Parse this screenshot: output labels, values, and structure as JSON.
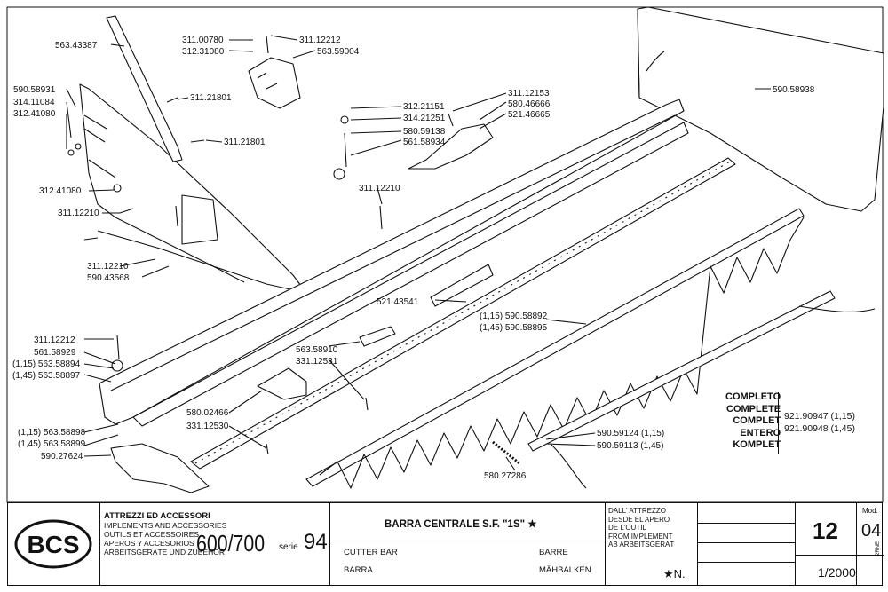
{
  "drawing": {
    "callouts": [
      "563.43387",
      "311.00780",
      "312.31080",
      "311.12212",
      "563.59004",
      "590.58931",
      "314.11084",
      "312.41080",
      "311.21801",
      "311.21801",
      "312.41080",
      "311.12210",
      "311.12210",
      "590.43568",
      "312.21151",
      "314.21251",
      "580.59138",
      "561.58934",
      "311.12153",
      "580.46666",
      "521.46665",
      "311.12210",
      "590.58938",
      "521.43541",
      "(1,15) 590.58892",
      "(1,45) 590.58895",
      "311.12212",
      "561.58929",
      "(1,15) 563.58894",
      "(1,45) 563.58897",
      "563.58910",
      "331.12531",
      "580.02466",
      "331.12530",
      "(1,15) 563.58898",
      "(1,45) 563.58899",
      "590.27624",
      "590.59124 (1,15)",
      "590.59113 (1,45)",
      "580.27286"
    ],
    "complete": {
      "langs": [
        "COMPLETO",
        "COMPLETE",
        "COMPLET",
        "ENTERO",
        "KOMPLET"
      ],
      "codes": [
        "921.90947 (1,15)",
        "921.90948 (1,45)"
      ]
    }
  },
  "titleblock": {
    "logo": "BCS",
    "category": [
      "ATTREZZI ED ACCESSORI",
      "IMPLEMENTS AND ACCESSORIES",
      "OUTILS ET ACCESSOIRES",
      "APEROS Y ACCESORIOS",
      "ARBEITSGERÄTE UND ZUBEHÖR"
    ],
    "model": "600/700",
    "serie_label": "serie",
    "serie": "94",
    "title": "BARRA CENTRALE S.F. \"1S\" ★",
    "names": [
      "CUTTER BAR",
      "BARRE",
      "BARRA",
      "MÄHBALKEN"
    ],
    "from": [
      "DALL' ATTREZZO",
      "DESDE EL APERO",
      "DE L'OUTIL",
      "FROM IMPLEMENT",
      "AB ARBEITSGERÄT"
    ],
    "star_n": "★N.",
    "table_number": "12",
    "mod_label": "Mod.",
    "mod": "04",
    "date": "1/2000",
    "corner": "2RNE"
  }
}
